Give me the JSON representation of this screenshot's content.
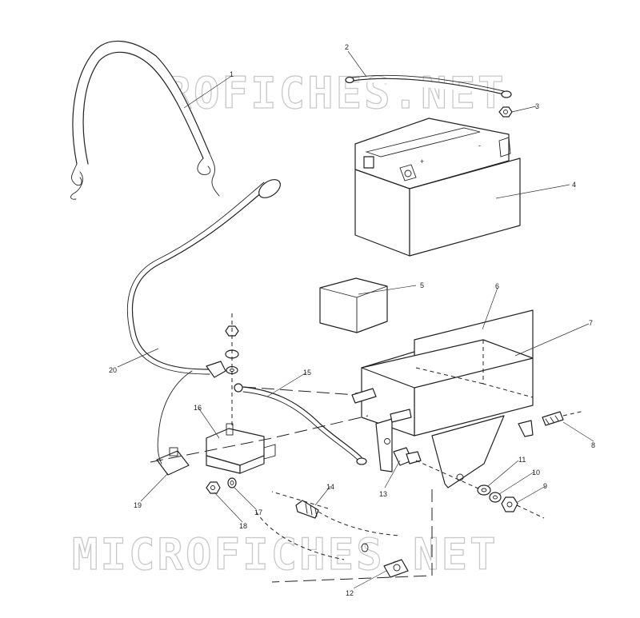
{
  "watermark": "MICROFICHES.NET",
  "callouts": [
    "1",
    "2",
    "3",
    "4",
    "5",
    "6",
    "7",
    "8",
    "9",
    "10",
    "11",
    "12",
    "13",
    "14",
    "15",
    "16",
    "17",
    "18",
    "19",
    "20"
  ],
  "colors": {
    "line": "#222222",
    "watermark": "#c8c8c8",
    "background": "#ffffff"
  }
}
